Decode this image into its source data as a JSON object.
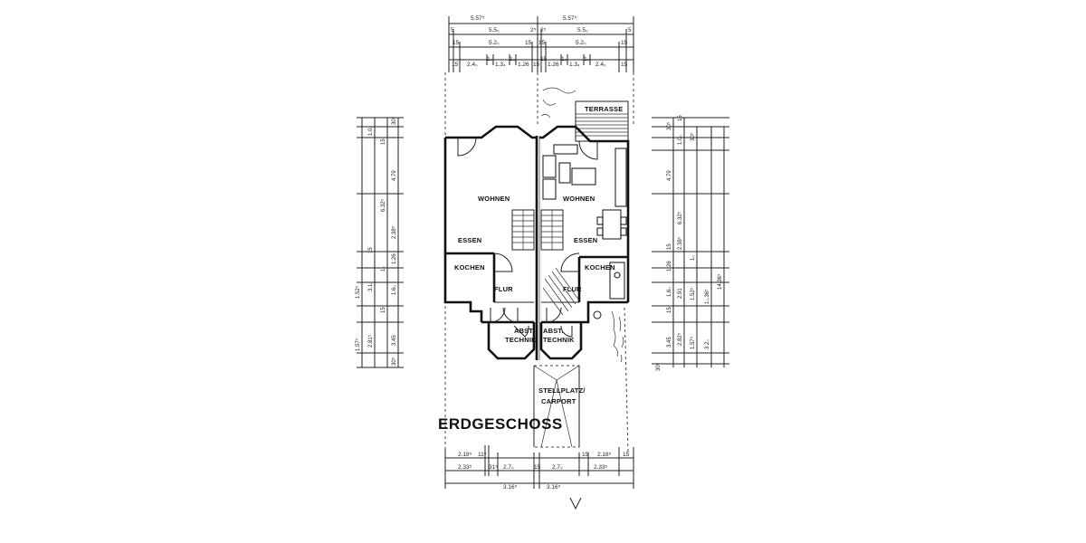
{
  "plan": {
    "title": "ERDGESCHOSS",
    "rooms": {
      "wohnen_left": "WOHNEN",
      "wohnen_right": "WOHNEN",
      "essen_left": "ESSEN",
      "essen_right": "ESSEN",
      "kochen_left": "KOCHEN",
      "kochen_right": "KOCHEN",
      "flur_left": "FLUR",
      "flur_right": "FLUR",
      "abst_left": "ABST.",
      "technik_left": "TECHNIK",
      "abst_right": "ABST.",
      "technik_right": "TECHNIK",
      "terrasse": "TERRASSE",
      "stellplatz": "STELLPLATZ/",
      "carport": "CARPORT"
    },
    "top_dims": {
      "row1": [
        "5.57⁵",
        "5.57⁵"
      ],
      "row2": [
        "5",
        "5.5₀",
        "2⁵",
        "2⁵",
        "5.5₀",
        "5"
      ],
      "row3": [
        "15",
        "5.2₀",
        "15",
        "15",
        "5.2₀",
        "15"
      ],
      "row4": [
        "15",
        "2.4₀",
        "1₀",
        "1.3₄",
        "1₀",
        "1.26",
        "15",
        "15",
        "1.26",
        "1₀",
        "1.3₄",
        "1₀",
        "2.4₀",
        "15"
      ]
    },
    "bottom_dims": {
      "row1": [
        "2.18⁵",
        "11⁵",
        "15",
        "2.18⁵",
        "15"
      ],
      "row2": [
        "2.33⁵",
        "31⁵",
        "2.7₀",
        "15",
        "2.7₀",
        "2.33⁵"
      ],
      "row3": [
        "3.16⁵",
        "3.16⁵"
      ]
    },
    "left_dims": [
      "30⁵",
      "1.0₀",
      "15",
      "4.79",
      "6.32⁵",
      "15",
      "2.38⁵",
      "1.26",
      "1₀",
      "1.52⁵",
      "3.1₀",
      "1.6₀",
      "15",
      "3.45",
      "2.81⁵",
      "1.57⁵",
      "30⁵"
    ],
    "right_dims": [
      "30⁵",
      "15",
      "1.0₀",
      "30⁵",
      "4.79",
      "6.32⁵",
      "15",
      "2.38⁵",
      "1.26",
      "1₀",
      "1.6₀",
      "2.91",
      "1.52⁵",
      "15",
      "3.45",
      "2.82⁵",
      "1.57⁵",
      "1₀.36⁵",
      "14.36⁵",
      "3.2₀",
      "30⁵"
    ]
  }
}
